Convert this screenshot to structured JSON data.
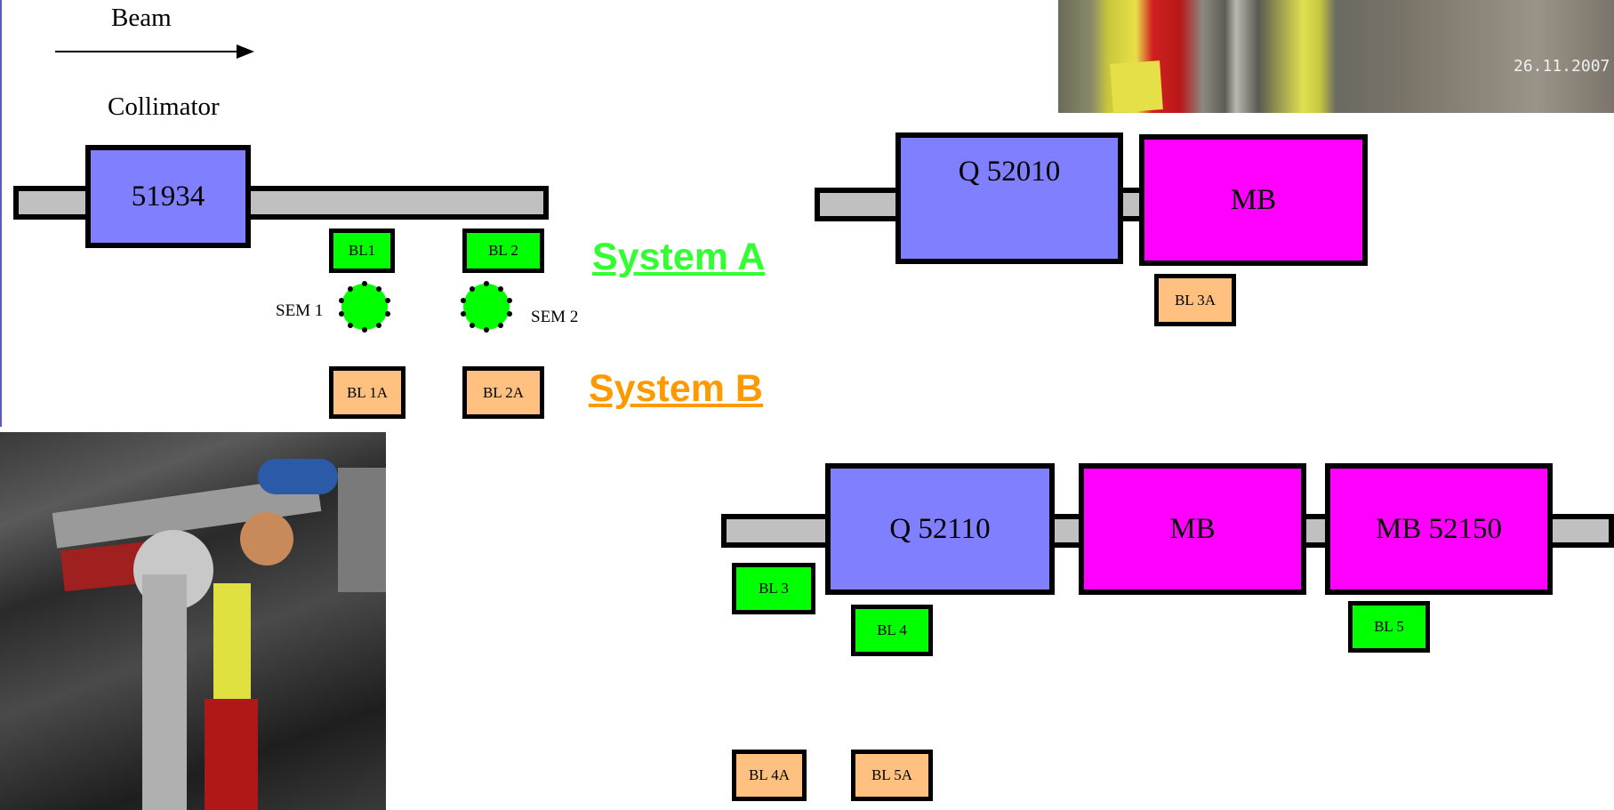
{
  "header": {
    "beam_label": "Beam",
    "collimator_label": "Collimator"
  },
  "elements": {
    "collimator": "51934",
    "q52010": "Q 52010",
    "mb_top": "MB",
    "q52110": "Q 52110",
    "mb_bottom": "MB",
    "mb52150": "MB 52150"
  },
  "monitors": {
    "bl1": "BL1",
    "bl2": "BL 2",
    "bl1a": "BL 1A",
    "bl2a": "BL 2A",
    "bl3a": "BL 3A",
    "bl3": "BL 3",
    "bl4": "BL 4",
    "bl5": "BL 5",
    "bl4a": "BL 4A",
    "bl5a": "BL 5A"
  },
  "sem": {
    "sem1": "SEM 1",
    "sem2": "SEM 2"
  },
  "systems": {
    "a": "System A",
    "b": "System B"
  },
  "photo": {
    "date_stamp": "26.11.2007"
  },
  "colors": {
    "quadrupole": "#8080ff",
    "dipole": "#ff00ff",
    "pipe": "#c0c0c0",
    "system_a": "#33ff33",
    "system_b": "#ff9900",
    "monitor_a": "#00ff00",
    "monitor_b": "#ffc080"
  }
}
